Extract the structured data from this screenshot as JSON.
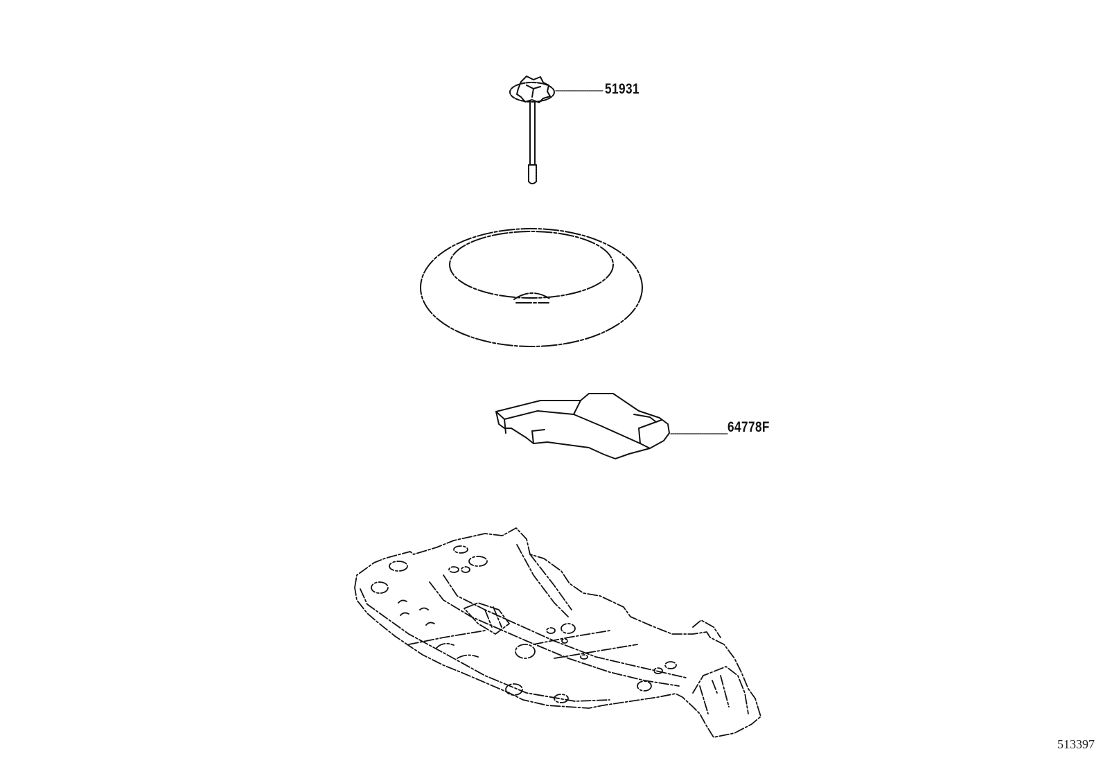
{
  "diagram": {
    "type": "parts-exploded-view",
    "background": "#ffffff",
    "line_color": "#111111",
    "parts": [
      {
        "id": "hub-nut-bolt",
        "part_number": "51931",
        "description": "spare wheel clamp bolt with star knob"
      },
      {
        "id": "spare-tire",
        "part_number": "",
        "description": "spare tire (unlabeled)"
      },
      {
        "id": "spacer-block",
        "part_number": "64778F",
        "description": "spare wheel spacer / support block"
      },
      {
        "id": "floor-pan",
        "part_number": "",
        "description": "rear floor pan (unlabeled)"
      }
    ],
    "labels": {
      "bolt": "51931",
      "spacer": "64778F"
    },
    "reference_number": "513397"
  }
}
